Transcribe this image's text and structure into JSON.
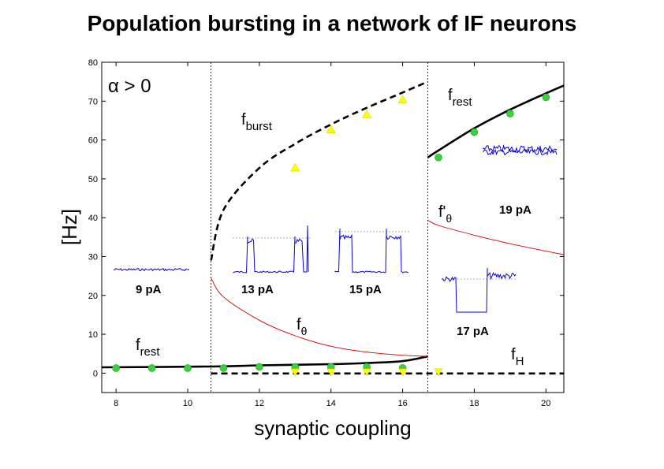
{
  "title": "Population bursting in a network of IF neurons",
  "colors": {
    "dashed_black": "#000000",
    "red_curve": "#d40000",
    "triangle": "#ffff00",
    "circle": "#3ad23a",
    "trace": "#0a00e0"
  },
  "chart_data": {
    "type": "line",
    "xlabel": "synaptic coupling",
    "ylabel": "[Hz]",
    "xlim": [
      7.6,
      20.5
    ],
    "ylim": [
      -5,
      80
    ],
    "xticks": [
      8,
      10,
      12,
      14,
      16,
      18,
      20
    ],
    "yticks": [
      0,
      10,
      20,
      30,
      40,
      50,
      60,
      70,
      80
    ],
    "grid": false,
    "condition": "α > 0",
    "regime_boundaries": [
      10.65,
      16.7
    ],
    "annotations": {
      "f_burst": {
        "main": "f",
        "sub": "burst"
      },
      "f_rest_high": {
        "main": "f",
        "sub": "rest"
      },
      "f_rest_low": {
        "main": "f",
        "sub": "rest"
      },
      "f_theta": {
        "main": "f",
        "sub": "θ"
      },
      "f_theta_prime": {
        "main": "f'",
        "sub": "θ"
      },
      "f_H": {
        "main": "f",
        "sub": "H"
      }
    },
    "inset_labels": [
      "9 pA",
      "13 pA",
      "15 pA",
      "17 pA",
      "19 pA"
    ],
    "series": [
      {
        "kind": "dashed",
        "x": [
          10.65,
          11,
          12,
          13,
          14,
          15,
          16,
          16.7
        ],
        "y": [
          29,
          42,
          52.8,
          59,
          64,
          68.3,
          72.2,
          75
        ]
      },
      {
        "kind": "solid",
        "x": [
          7.6,
          10.65,
          12,
          14,
          15,
          16,
          16.7
        ],
        "y": [
          1.5,
          1.7,
          2,
          2.3,
          2.6,
          3.1,
          4.3
        ]
      },
      {
        "kind": "solid",
        "x": [
          16.7,
          17,
          18,
          19,
          20,
          20.5
        ],
        "y": [
          55.5,
          57.3,
          63,
          67.8,
          72,
          74
        ]
      },
      {
        "kind": "dashed",
        "x": [
          10.65,
          20.5
        ],
        "y": [
          -0.1,
          -0.1
        ]
      },
      {
        "kind": "thin_red",
        "x": [
          10.65,
          11,
          12,
          13,
          14,
          15,
          16,
          16.7
        ],
        "y": [
          24.5,
          19.6,
          13.6,
          9.6,
          6.9,
          5.4,
          4.6,
          4.3
        ]
      },
      {
        "kind": "thin_red",
        "x": [
          16.7,
          17,
          18,
          19,
          20,
          20.5
        ],
        "y": [
          39.4,
          38,
          35.5,
          33.3,
          31.4,
          30.5
        ]
      },
      {
        "kind": "triangle_up",
        "x": [
          13,
          14,
          15,
          16
        ],
        "y": [
          52.8,
          62.6,
          66.5,
          70.3
        ]
      },
      {
        "kind": "circle",
        "x": [
          8,
          9,
          10,
          11,
          12,
          13,
          14,
          15,
          16,
          17,
          18,
          19,
          20
        ],
        "y": [
          1.3,
          1.3,
          1.3,
          1.3,
          1.6,
          1.6,
          1.6,
          1.6,
          1.3,
          55.5,
          62,
          66.8,
          71
        ]
      },
      {
        "kind": "triangle_down",
        "x": [
          13,
          14,
          15,
          16,
          17
        ],
        "y": [
          0.3,
          0.3,
          0.3,
          0.3,
          0.3
        ]
      }
    ]
  }
}
